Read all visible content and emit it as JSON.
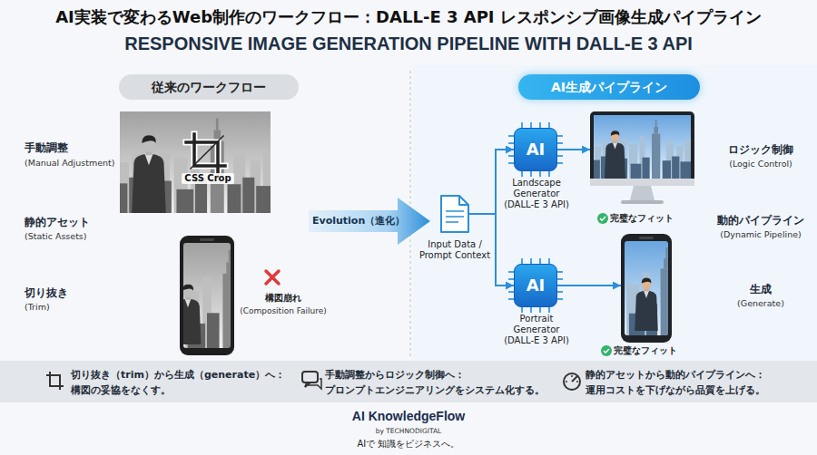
{
  "diagram": {
    "title": "AI実装で変わるWeb制作のワークフロー：DALL-E 3 API レスポンシブ画像生成パイプライン",
    "nodes": [
      {
        "text": [
          "従来のワークフロー"
        ]
      },
      {
        "text": [
          "AI生成パイプライン"
        ]
      },
      {
        "text": [
          "Input Data / Prompt Context"
        ]
      },
      {
        "text": [
          "AI",
          "Landscape Generator (DALL-E 3 API)"
        ]
      },
      {
        "text": [
          "完璧なフィット"
        ]
      },
      {
        "text": [
          "AI",
          "Portrait Generator (DALL-E 3 API)"
        ]
      },
      {
        "text": [
          "完璧なフィット"
        ]
      },
      {
        "text": [
          "切り抜き（trim）から生成（generate）へ：",
          "構図の妥協をなくす。",
          "手動調整からロジック制御へ：",
          "プロンプトエンジニアリングをシステム化する。",
          "静的アセットから動的パイプラインへ：",
          "運用コストを下げながら品質を上げる。"
        ]
      }
    ],
    "edges": [
      {
        "from": 2,
        "to": 3,
        "arrow": "to"
      },
      {
        "from": 3,
        "to": 4,
        "arrow": "to"
      },
      {
        "from": 2,
        "to": 5,
        "arrow": "to"
      },
      {
        "from": 5,
        "to": 6,
        "arrow": "to"
      }
    ],
    "labels": [
      "RESPONSIVE IMAGE GENERATION PIPELINE WITH DALL-E 3 API",
      "手動調整",
      "(Manual Adjustment)",
      "静的アセット",
      "(Static Assets)",
      "切り抜き",
      "(Trim)",
      "CSS Crop",
      "構図崩れ",
      "(Composition Failure)",
      "Evolution（進化）",
      "ロジック制御",
      "(Logic Control)",
      "動的パイプライン",
      "(Dynamic Pipeline)",
      "生成",
      "(Generate)",
      "AI KnowledgeFlow",
      "by TECHNODIGITAL",
      "AIで 知識をビジネスへ。"
    ]
  }
}
